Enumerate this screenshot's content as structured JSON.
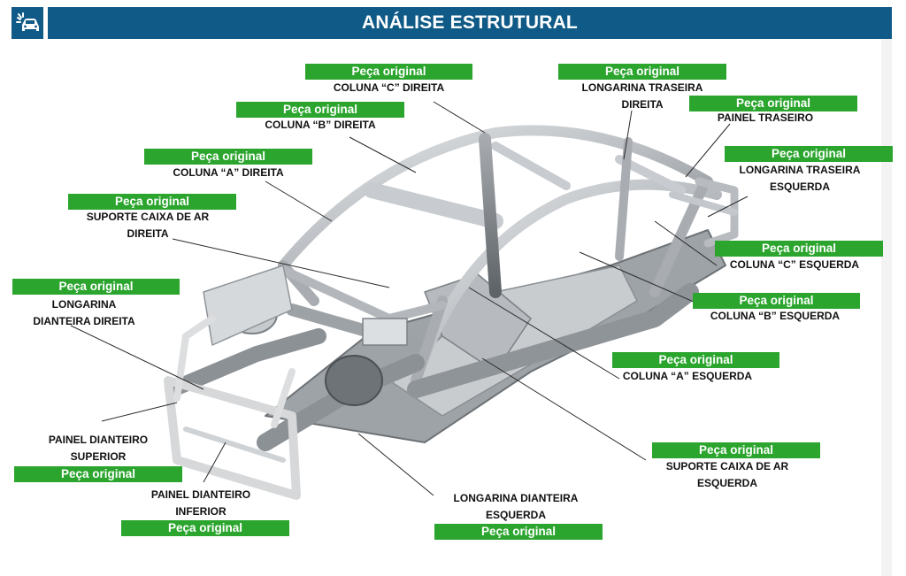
{
  "header": {
    "title": "ANÁLISE ESTRUTURAL",
    "icon": "car-crash-icon",
    "color": "#0f5a86"
  },
  "badge_color": "#2ba52e",
  "callouts": [
    {
      "id": "coluna-c-direita",
      "status": "Peça original",
      "lines": [
        "COLUNA “C” DIREITA"
      ]
    },
    {
      "id": "longarina-traseira-direita",
      "status": "Peça original",
      "lines": [
        "LONGARINA TRASEIRA",
        "DIREITA"
      ]
    },
    {
      "id": "painel-traseiro",
      "status": "Peça original",
      "lines": [
        "PAINEL TRASEIRO"
      ]
    },
    {
      "id": "coluna-b-direita",
      "status": "Peça original",
      "lines": [
        "COLUNA “B” DIREITA"
      ]
    },
    {
      "id": "coluna-a-direita",
      "status": "Peça original",
      "lines": [
        "COLUNA “A” DIREITA"
      ]
    },
    {
      "id": "longarina-traseira-esquerda",
      "status": "Peça original",
      "lines": [
        "LONGARINA TRASEIRA",
        "ESQUERDA"
      ]
    },
    {
      "id": "suporte-caixa-ar-direita",
      "status": "Peça original",
      "lines": [
        "SUPORTE CAIXA DE AR",
        "DIREITA"
      ]
    },
    {
      "id": "coluna-c-esquerda",
      "status": "Peça original",
      "lines": [
        "COLUNA “C” ESQUERDA"
      ]
    },
    {
      "id": "longarina-dianteira-direita",
      "status": "Peça original",
      "lines": [
        "LONGARINA",
        "DIANTEIRA DIREITA"
      ]
    },
    {
      "id": "coluna-b-esquerda",
      "status": "Peça original",
      "lines": [
        "COLUNA “B” ESQUERDA"
      ]
    },
    {
      "id": "coluna-a-esquerda",
      "status": "Peça original",
      "lines": [
        "COLUNA “A” ESQUERDA"
      ]
    },
    {
      "id": "painel-dianteiro-superior",
      "status": "Peça original",
      "lines": [
        "PAINEL DIANTEIRO",
        "SUPERIOR"
      ]
    },
    {
      "id": "suporte-caixa-ar-esquerda",
      "status": "Peça original",
      "lines": [
        "SUPORTE CAIXA DE AR",
        "ESQUERDA"
      ]
    },
    {
      "id": "painel-dianteiro-inferior",
      "status": "Peça original",
      "lines": [
        "PAINEL DIANTEIRO",
        "INFERIOR"
      ]
    },
    {
      "id": "longarina-dianteira-esquerda",
      "status": "Peça original",
      "lines": [
        "LONGARINA DIANTEIRA",
        "ESQUERDA"
      ]
    }
  ]
}
